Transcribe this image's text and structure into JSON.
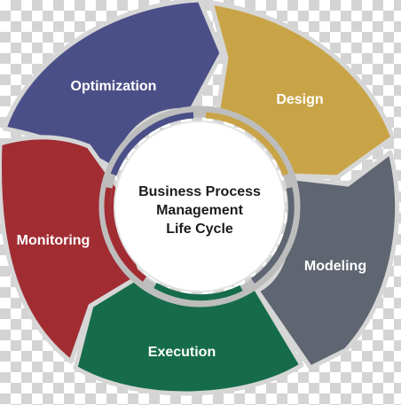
{
  "center": {
    "lines": [
      "Business Process",
      "Management",
      "Life Cycle"
    ]
  },
  "stages": [
    {
      "key": "optimization",
      "label": "Optimization",
      "color": "#4b4f88"
    },
    {
      "key": "design",
      "label": "Design",
      "color": "#c9a447"
    },
    {
      "key": "modeling",
      "label": "Modeling",
      "color": "#5f6672"
    },
    {
      "key": "execution",
      "label": "Execution",
      "color": "#166c4a"
    },
    {
      "key": "monitoring",
      "label": "Monitoring",
      "color": "#a12d33"
    }
  ]
}
